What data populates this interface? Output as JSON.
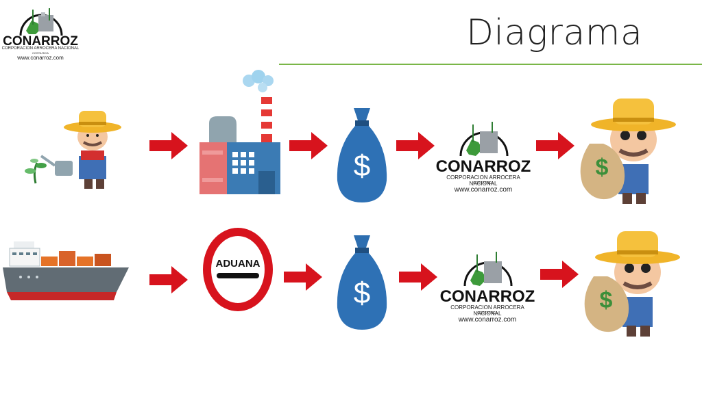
{
  "slide": {
    "title": "Diagrama"
  },
  "logo": {
    "name": "CONARROZ",
    "subtitle": "CORPORACION ARROCERA NACIONAL",
    "country": "COSTA RICA",
    "url": "www.conarroz.com"
  },
  "diagram": {
    "rows": [
      {
        "steps": [
          "farmer-watering-icon",
          "rice-factory-icon",
          "money-bag-icon",
          "conarroz-logo",
          "farmer-money-icon"
        ]
      },
      {
        "steps": [
          "cargo-ship-icon",
          "customs-sign-icon",
          "money-bag-icon",
          "conarroz-logo",
          "farmer-money-icon"
        ]
      }
    ],
    "customs_label": "ADUANA",
    "currency_symbol": "$",
    "arrow_color": "#d7131d"
  }
}
